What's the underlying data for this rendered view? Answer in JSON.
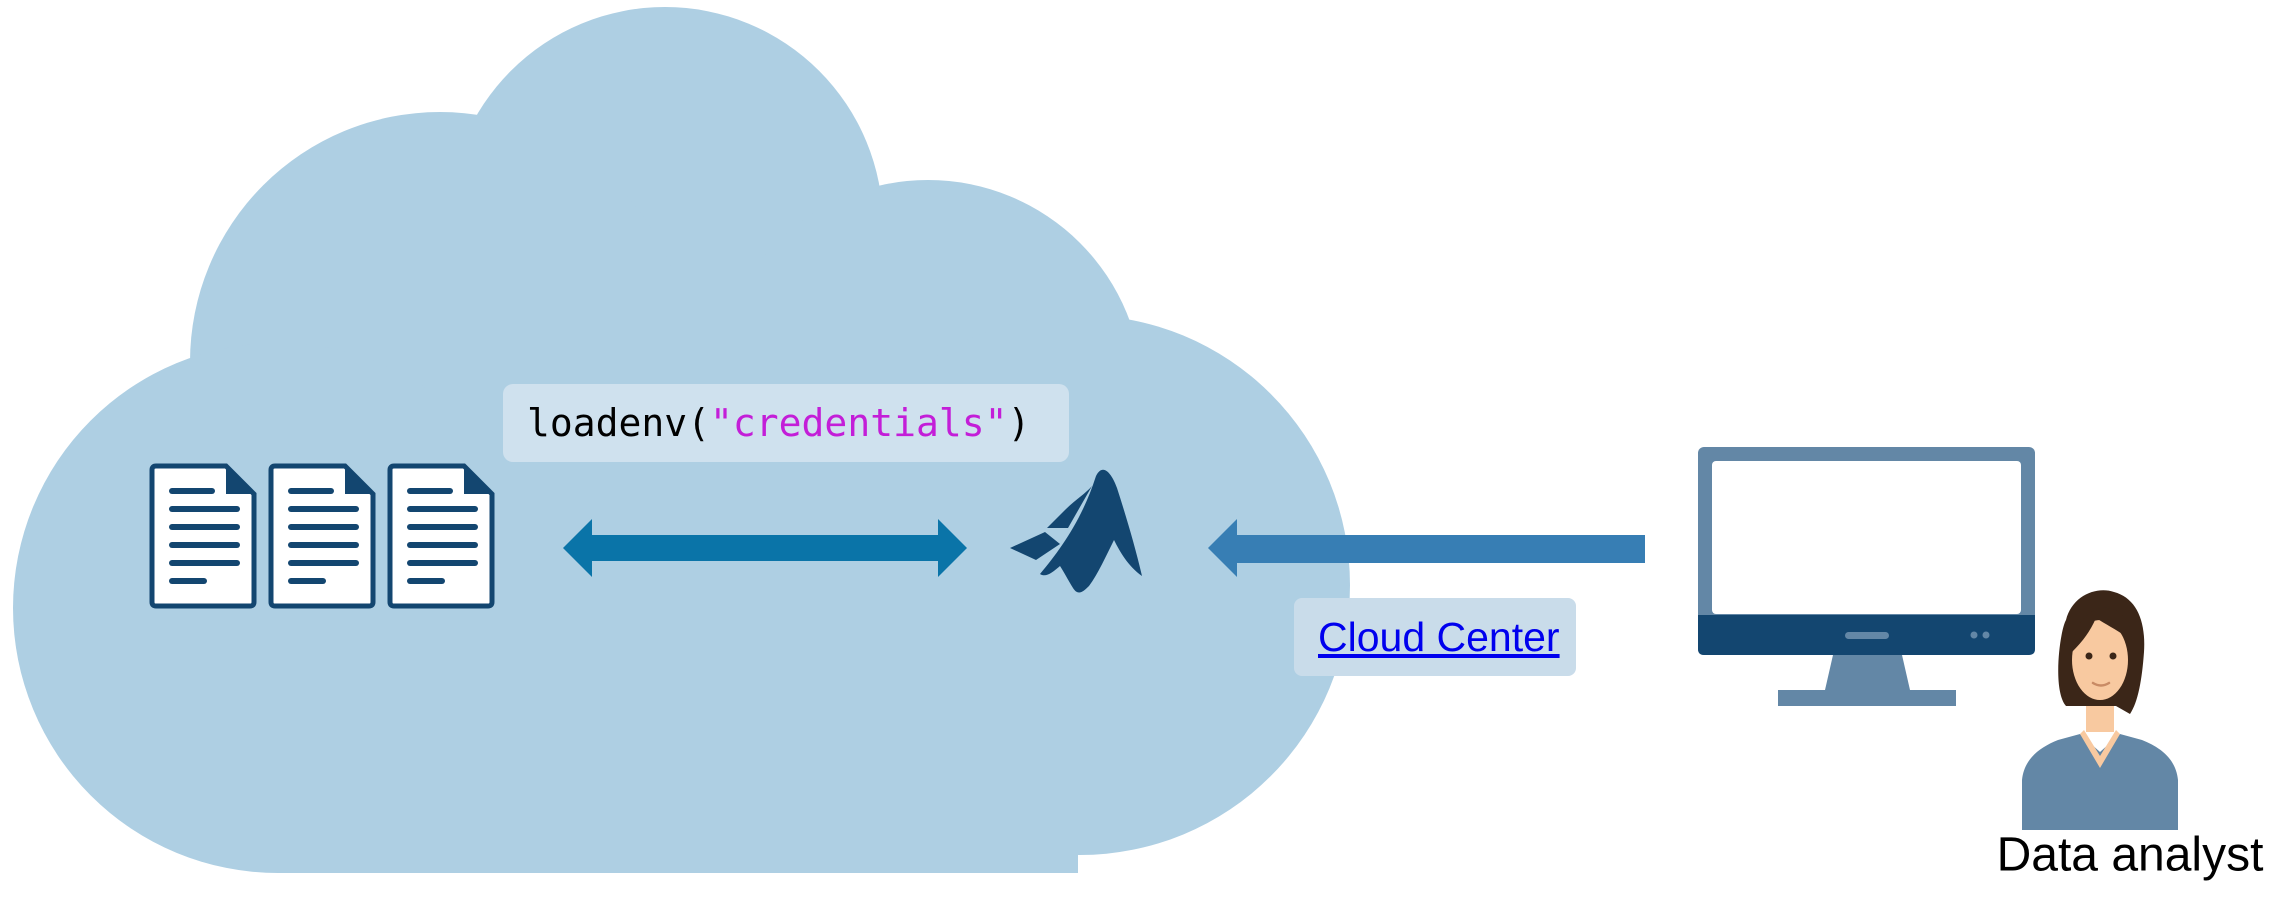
{
  "code_call": {
    "function_name": "loadenv",
    "open_paren": "(",
    "argument": "\"credentials\"",
    "close_paren": ")"
  },
  "cloud_center_link": {
    "label": "Cloud Center"
  },
  "person": {
    "label": "Data analyst"
  },
  "icons": {
    "documents": [
      "document-icon",
      "document-icon",
      "document-icon"
    ],
    "matlab": "matlab-logo-icon",
    "monitor": "monitor-icon",
    "person": "person-avatar-icon"
  },
  "colors": {
    "cloud": "#aecfe3",
    "document": "#134670",
    "double_arrow": "#0a74a8",
    "connection_arrow": "#377eb4",
    "monitor_frame": "#6387a6",
    "monitor_bezel": "#134670",
    "code_string": "#c31ed8",
    "link": "#0000ee"
  }
}
